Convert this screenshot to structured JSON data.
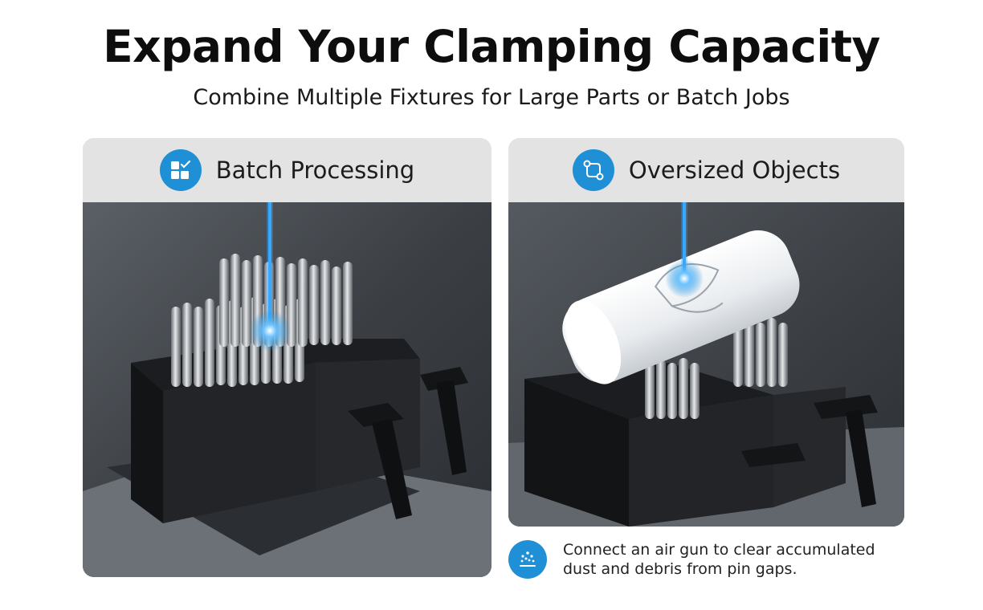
{
  "title": "Expand Your Clamping Capacity",
  "subtitle": "Combine Multiple Fixtures for Large Parts or Batch Jobs",
  "cards": [
    {
      "label": "Batch Processing",
      "icon": "grid-check-icon"
    },
    {
      "label": "Oversized Objects",
      "icon": "connect-nodes-icon"
    }
  ],
  "note": {
    "icon": "air-dust-icon",
    "line1": "Connect an air gun to clear accumulated",
    "line2": "dust and debris from pin gaps."
  },
  "colors": {
    "accent": "#1f8fd6",
    "laser": "#3aa8ff",
    "panel": "#e4e4e4"
  }
}
